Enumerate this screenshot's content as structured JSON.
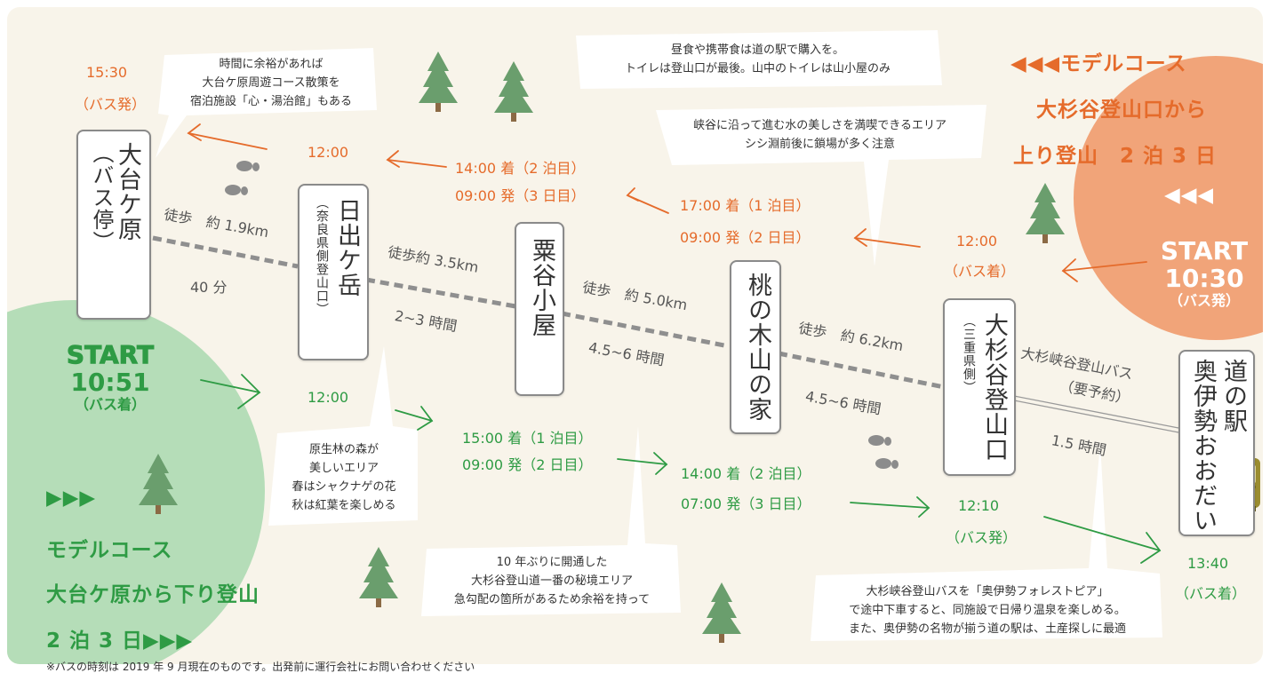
{
  "colors": {
    "orange": "#e56b2b",
    "green": "#2e9b44",
    "tree": "#6a9e6d",
    "bus": "#9b8d30"
  },
  "north_course": {
    "title_line1": "◀◀◀モデルコース",
    "title_line2": "大杉谷登山口から",
    "title_line3": "上り登山　2 泊 3 日",
    "title_arrows": "◀◀◀",
    "start_label": "START",
    "start_time": "10:30",
    "start_note": "（バス発）",
    "times": {
      "trailhead_arrive": "12:00",
      "trailhead_arrive_note": "（バス着）",
      "momonoki_line1": "17:00 着（1 泊目）",
      "momonoki_line2": "09:00 発（2 日目）",
      "kuritani_line1": "14:00 着（2 泊目）",
      "kuritani_line2": "09:00 発（3 日目）",
      "hinode": "12:00",
      "odaigahara_depart": "15:30",
      "odaigahara_depart_note": "（バス発）"
    }
  },
  "south_course": {
    "title_arrows": "▶▶▶",
    "title_line1": "モデルコース",
    "title_line2": "大台ケ原から下り登山",
    "title_line3": "2 泊 3 日▶▶▶",
    "start_label": "START",
    "start_time": "10:51",
    "start_note": "（バス着）",
    "times": {
      "hinode": "12:00",
      "kuritani_line1": "15:00 着（1 泊目）",
      "kuritani_line2": "09:00 発（2 日目）",
      "momonoki_line1": "14:00 着（2 泊目）",
      "momonoki_line2": "07:00 発（3 日目）",
      "trailhead_depart": "12:10",
      "trailhead_depart_note": "（バス発）",
      "michinoeki_arrive": "13:40",
      "michinoeki_arrive_note": "（バス着）"
    }
  },
  "stations": {
    "odaigahara_main": "大台ケ原",
    "odaigahara_sub": "（バス停）",
    "hinode_main": "日出ケ岳",
    "hinode_sub": "（奈良県側登山口）",
    "kuritani": "粟谷小屋",
    "momonoki": "桃の木山の家",
    "osugidani_main": "大杉谷登山口",
    "osugidani_sub": "（三重県側）",
    "michinoeki_col1": "道の駅",
    "michinoeki_col2": "奥伊勢おおだい"
  },
  "segments": {
    "seg1_distance": "徒歩　約 1.9km",
    "seg1_time": "40 分",
    "seg2_distance": "徒歩約 3.5km",
    "seg2_time": "2~3 時間",
    "seg3_distance": "徒歩　約 5.0km",
    "seg3_time": "4.5~6 時間",
    "seg4_distance": "徒歩　約 6.2km",
    "seg4_time": "4.5~6 時間",
    "bus_line1": "大杉峡谷登山バス",
    "bus_line2": "（要予約）",
    "bus_time": "1.5 時間"
  },
  "bubbles": {
    "odaigahara": [
      "時間に余裕があれば",
      "大台ケ原周遊コース散策を",
      "宿泊施設「心・湯治館」もある"
    ],
    "food": [
      "昼食や携帯食は道の駅で購入を。",
      "トイレは登山口が最後。山中のトイレは山小屋のみ"
    ],
    "gorge": [
      "峡谷に沿って進む水の美しさを満喫できるエリア",
      "シシ淵前後に鎖場が多く注意"
    ],
    "forest": [
      "原生林の森が",
      "美しいエリア",
      "春はシャクナゲの花",
      "秋は紅葉を楽しめる"
    ],
    "reopened": [
      "10 年ぶりに開通した",
      "大杉谷登山道一番の秘境エリア",
      "急勾配の箇所があるため余裕を持って"
    ],
    "onsen": [
      "大杉峡谷登山バスを「奥伊勢フォレストピア」",
      "で途中下車すると、同施設で日帰り温泉を楽しめる。",
      "また、奥伊勢の名物が揃う道の駅は、土産探しに最適"
    ]
  },
  "footnote": "※バスの時刻は 2019 年 9 月現在のものです。出発前に運行会社にお問い合わせください",
  "icons": [
    "tree-icon",
    "bus-icon",
    "footprints-icon",
    "arrow-icon"
  ]
}
